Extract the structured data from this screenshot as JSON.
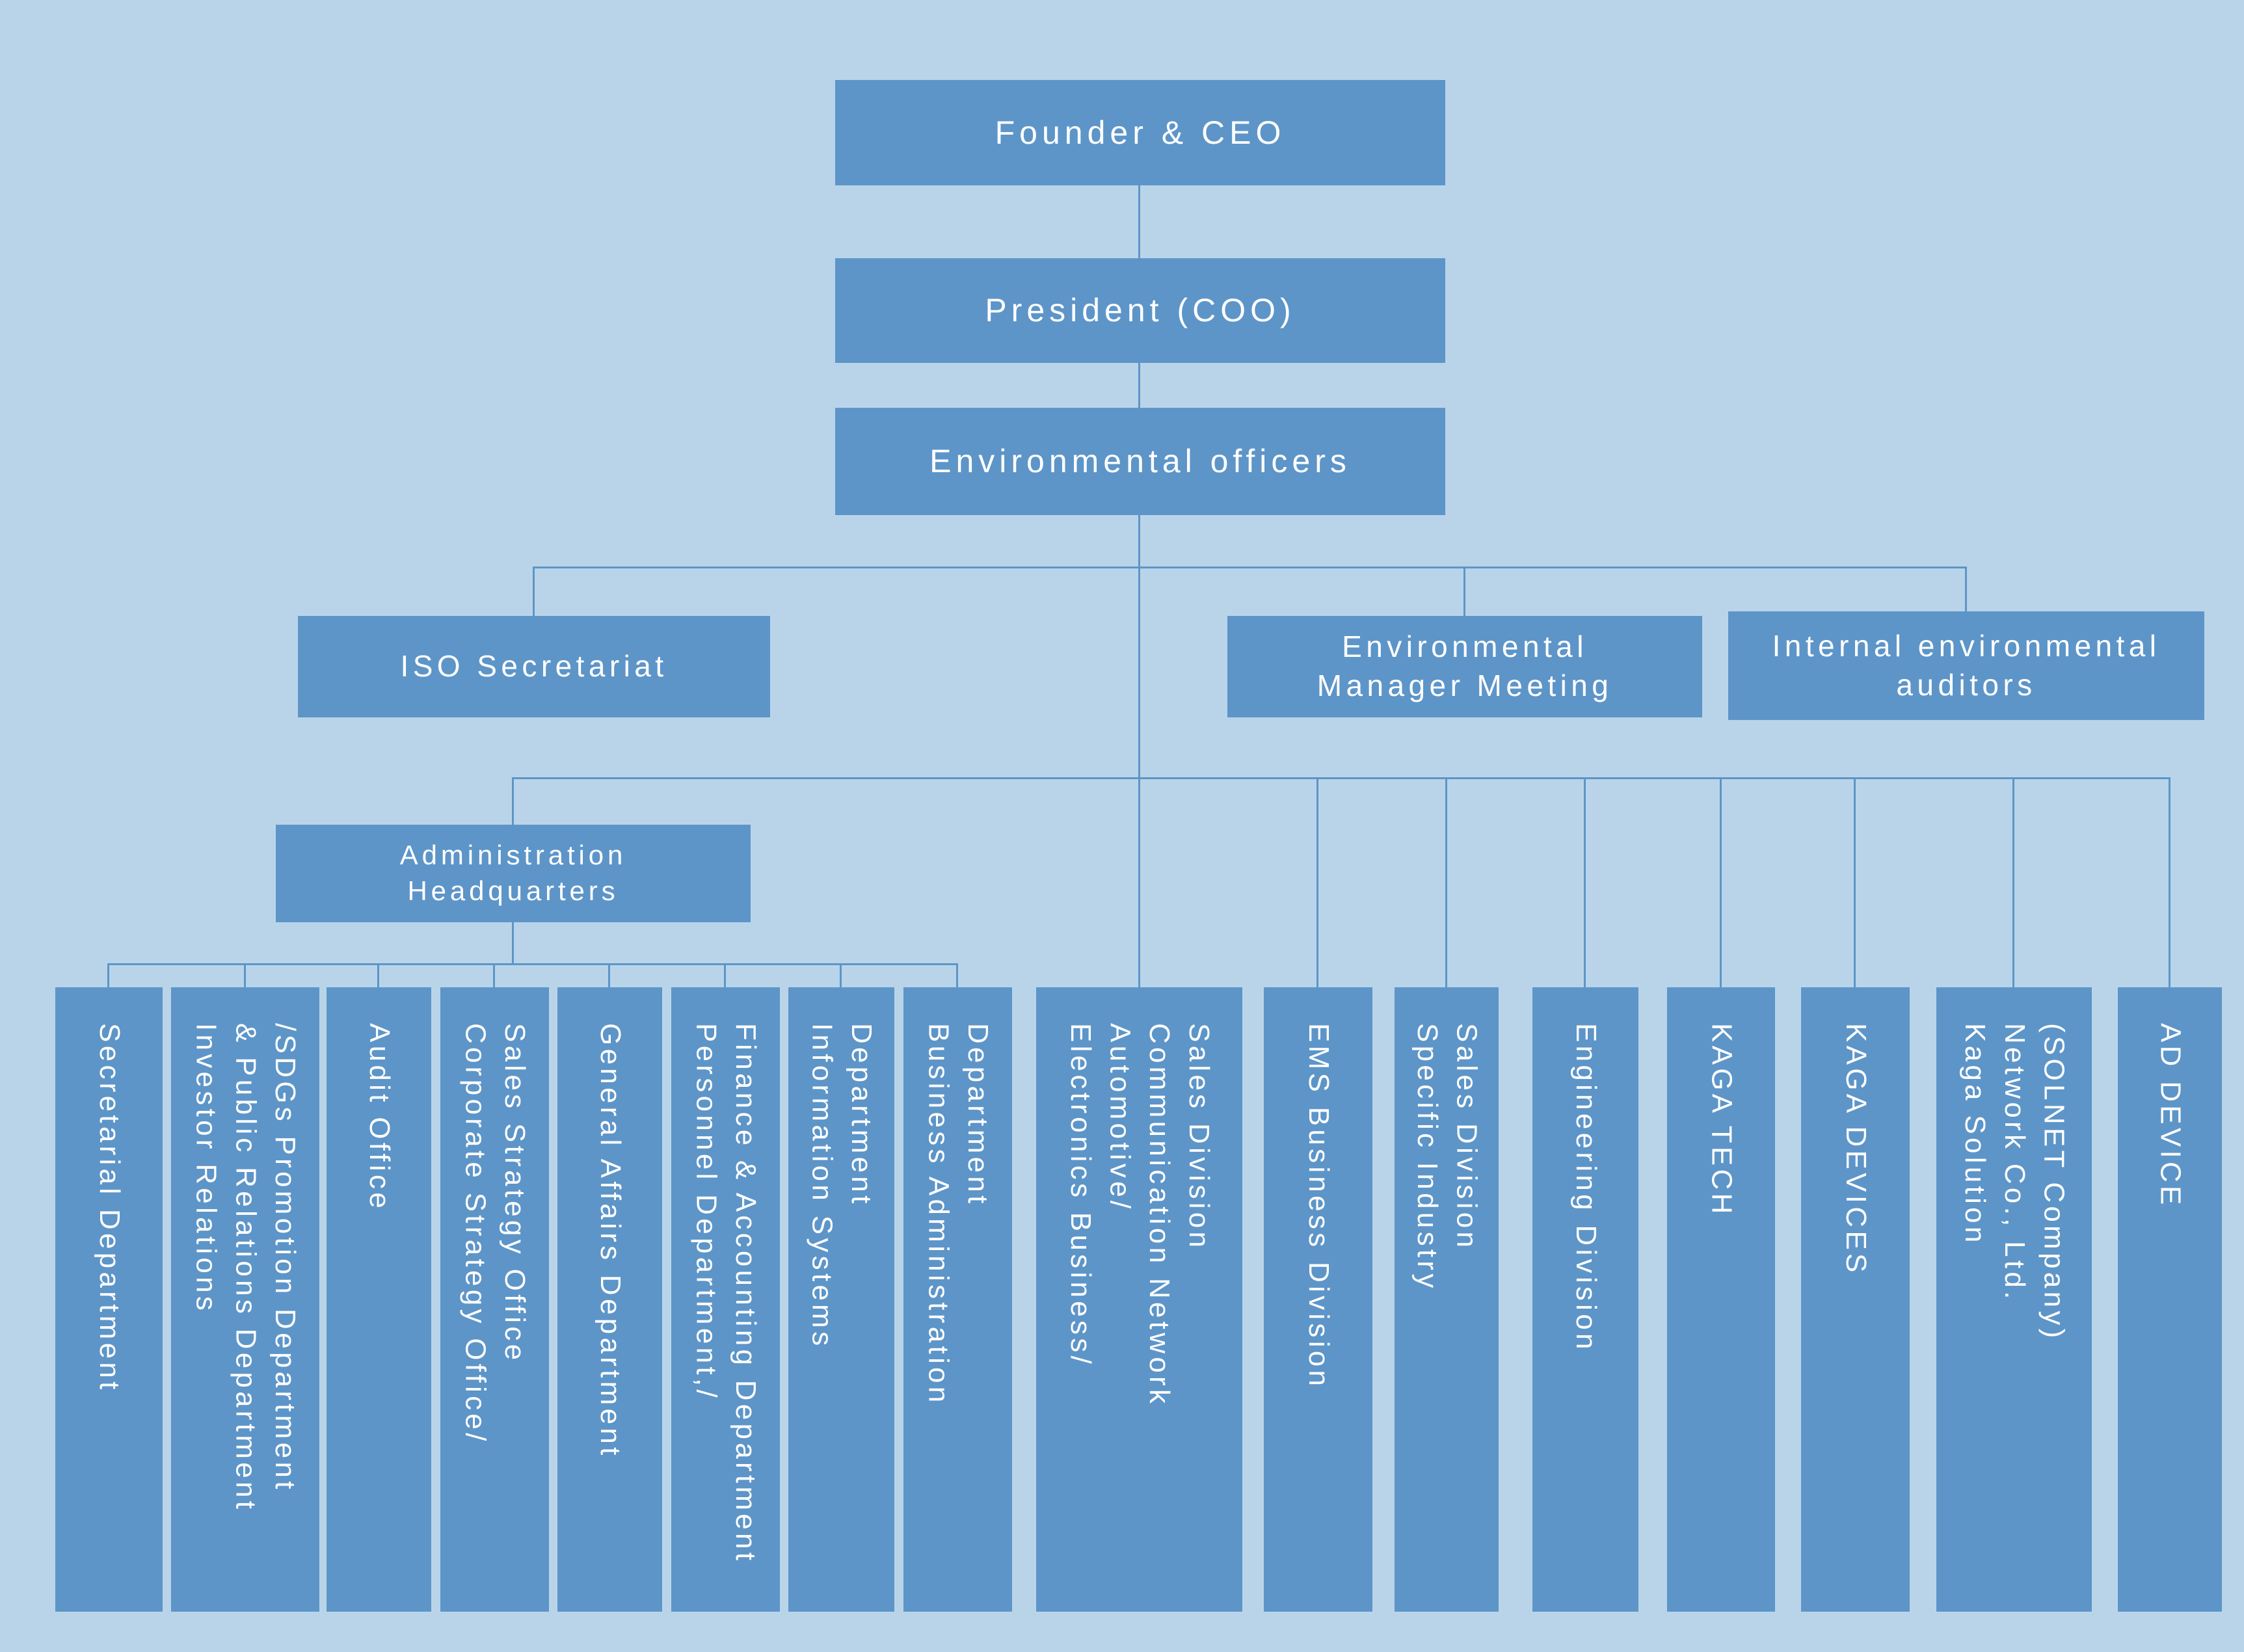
{
  "colors": {
    "background": "#b9d4e9",
    "box_fill": "#5d95c8",
    "connector": "#5d95c8",
    "text": "#ffffff"
  },
  "nodes": {
    "founder": {
      "label": "Founder & CEO"
    },
    "president": {
      "label": "President (COO)"
    },
    "environmental_officers": {
      "label": "Environmental officers"
    },
    "iso_secretariat": {
      "label": "ISO Secretariat"
    },
    "environmental_manager_meeting": {
      "label": "Environmental\nManager Meeting"
    },
    "internal_environmental_auditors": {
      "label": "Internal environmental\nauditors"
    },
    "administration_headquarters": {
      "label": "Administration\nHeadquarters"
    }
  },
  "departments": [
    {
      "label": "Secretarial Department"
    },
    {
      "label": "Investor Relations\n& Public Relations Department\n/SDGs Promotion Department"
    },
    {
      "label": "Audit Office"
    },
    {
      "label": "Corporate Strategy Office/\nSales Strategy Office"
    },
    {
      "label": "General Affairs Department"
    },
    {
      "label": "Personnel Department,/\nFinance & Accounting Department"
    },
    {
      "label": "Information Systems\nDepartment"
    },
    {
      "label": "Business Administration\nDepartment"
    }
  ],
  "divisions": [
    {
      "label": "Electronics Business/\nAutomotive/\nCommunication Network\nSales Division"
    },
    {
      "label": "EMS Business Division"
    },
    {
      "label": "Specific Industry\nSales Division"
    },
    {
      "label": "Engineering Division"
    },
    {
      "label": "KAGA TECH"
    },
    {
      "label": "KAGA DEVICES"
    },
    {
      "label": "Kaga Solution\nNetwork Co., Ltd.\n(SOLNET Company)"
    },
    {
      "label": "AD DEVICE"
    }
  ]
}
